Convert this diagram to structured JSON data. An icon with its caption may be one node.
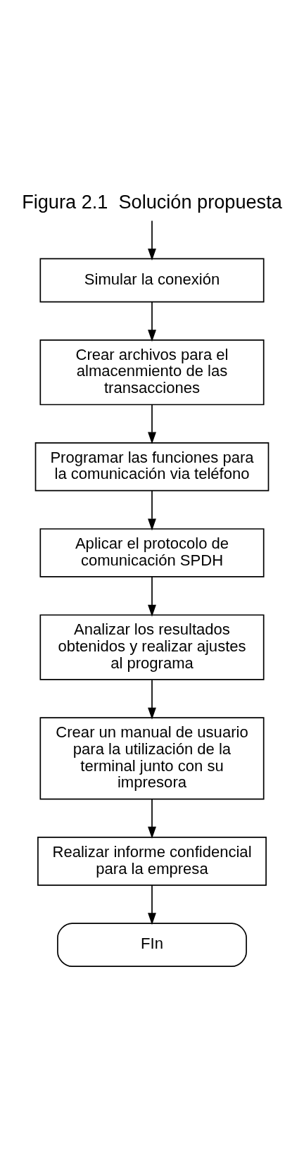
{
  "diagram": {
    "title": "Figura 2.1  Solución propuesta",
    "nodes": [
      {
        "text": [
          "Simular la conexión"
        ]
      },
      {
        "text": [
          "Crear archivos para el almacenmiento de las transacciones"
        ]
      },
      {
        "text": [
          "Programar las funciones para la comunicación via teléfono"
        ]
      },
      {
        "text": [
          "Aplicar el protocolo de comunicación SPDH"
        ]
      },
      {
        "text": [
          "Analizar los resultados obtenidos y realizar ajustes al programa"
        ]
      },
      {
        "text": [
          "Crear un manual de usuario para la utilización de la terminal junto con su impresora"
        ]
      },
      {
        "text": [
          "Realizar informe confidencial para la empresa"
        ]
      },
      {
        "text": [
          "FIn"
        ]
      }
    ],
    "edges": [
      {
        "from": null,
        "to": 0,
        "arrow": "to"
      },
      {
        "from": 0,
        "to": 1,
        "arrow": "to"
      },
      {
        "from": 1,
        "to": 2,
        "arrow": "to"
      },
      {
        "from": 2,
        "to": 3,
        "arrow": "to"
      },
      {
        "from": 3,
        "to": 4,
        "arrow": "to"
      },
      {
        "from": 4,
        "to": 5,
        "arrow": "to"
      },
      {
        "from": 5,
        "to": 6,
        "arrow": "to"
      },
      {
        "from": 6,
        "to": 7,
        "arrow": "to"
      }
    ]
  }
}
